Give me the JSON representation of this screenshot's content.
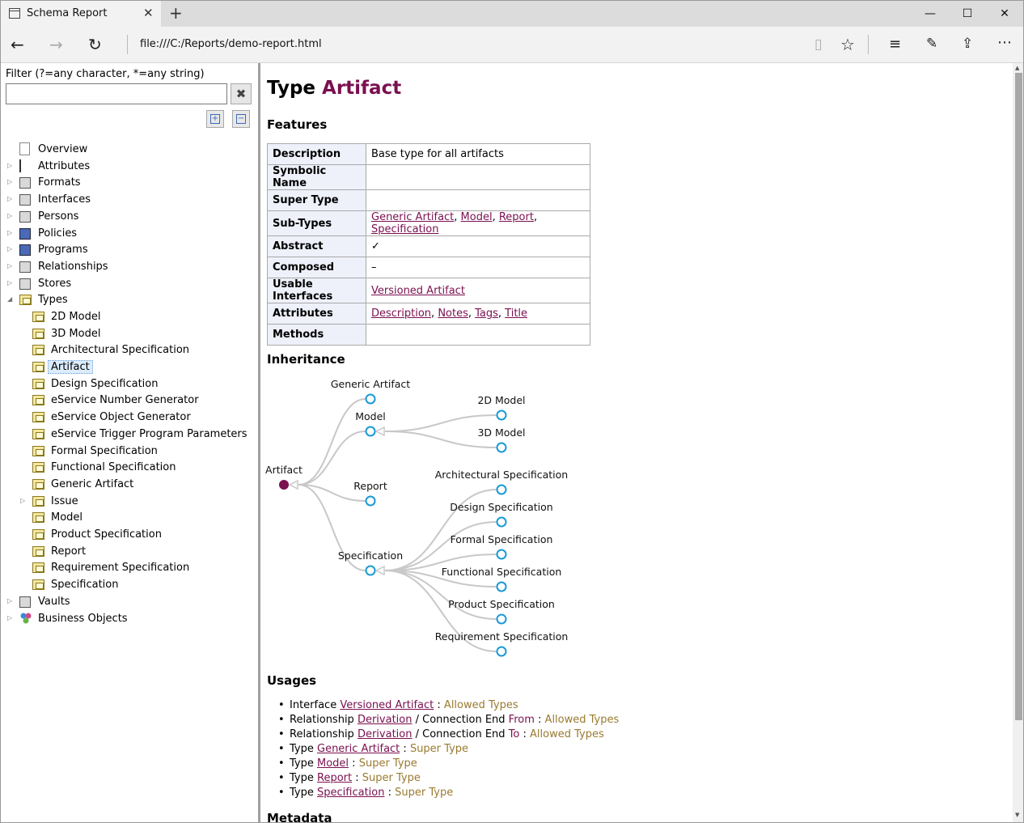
{
  "browser": {
    "tab_title": "Schema Report",
    "address": "file:///C:/Reports/demo-report.html"
  },
  "sidebar": {
    "filter_label": "Filter (?=any character, *=any string)",
    "filter_value": "",
    "items": [
      {
        "label": "Overview",
        "icon": "page-icon",
        "expandable": false
      },
      {
        "label": "Attributes",
        "icon": "attributes-icon",
        "expandable": true
      },
      {
        "label": "Formats",
        "icon": "formats-icon",
        "expandable": true
      },
      {
        "label": "Interfaces",
        "icon": "interfaces-icon",
        "expandable": true
      },
      {
        "label": "Persons",
        "icon": "persons-icon",
        "expandable": true
      },
      {
        "label": "Policies",
        "icon": "policies-icon",
        "expandable": true
      },
      {
        "label": "Programs",
        "icon": "programs-icon",
        "expandable": true
      },
      {
        "label": "Relationships",
        "icon": "relationships-icon",
        "expandable": true
      },
      {
        "label": "Stores",
        "icon": "stores-icon",
        "expandable": true
      },
      {
        "label": "Types",
        "icon": "types-icon",
        "expandable": true,
        "expanded": true
      }
    ],
    "types_children": [
      "2D Model",
      "3D Model",
      "Architectural Specification",
      "Artifact",
      "Design Specification",
      "eService Number Generator",
      "eService Object Generator",
      "eService Trigger Program Parameters",
      "Formal Specification",
      "Functional Specification",
      "Generic Artifact",
      "Issue",
      "Model",
      "Product Specification",
      "Report",
      "Requirement Specification",
      "Specification"
    ],
    "selected": "Artifact",
    "after_items": [
      {
        "label": "Vaults",
        "icon": "vaults-icon"
      },
      {
        "label": "Business Objects",
        "icon": "business-objects-icon"
      }
    ]
  },
  "main": {
    "title_prefix": "Type",
    "title_name": "Artifact",
    "features_heading": "Features",
    "features": {
      "description_key": "Description",
      "description_val": "Base type for all artifacts",
      "symbolic_key": "Symbolic Name",
      "super_key": "Super Type",
      "sub_key": "Sub-Types",
      "sub_links": [
        "Generic Artifact",
        "Model",
        "Report",
        "Specification"
      ],
      "abstract_key": "Abstract",
      "abstract_val": "✓",
      "composed_key": "Composed",
      "composed_val": "–",
      "usable_key": "Usable Interfaces",
      "usable_link": "Versioned Artifact",
      "attributes_key": "Attributes",
      "attr_links": [
        "Description",
        "Notes",
        "Tags",
        "Title"
      ],
      "methods_key": "Methods"
    },
    "inheritance_heading": "Inheritance",
    "inheritance": {
      "root": "Artifact",
      "level1": [
        "Generic Artifact",
        "Model",
        "Report",
        "Specification"
      ],
      "model_children": [
        "2D Model",
        "3D Model"
      ],
      "spec_children": [
        "Architectural Specification",
        "Design Specification",
        "Formal Specification",
        "Functional Specification",
        "Product Specification",
        "Requirement Specification"
      ]
    },
    "usages_heading": "Usages",
    "usages": {
      "u1": {
        "kind": "Interface",
        "link": "Versioned Artifact",
        "role": "Allowed Types"
      },
      "u2": {
        "kind": "Relationship",
        "link": "Derivation",
        "mid": "/ Connection End",
        "end": "From",
        "role": "Allowed Types"
      },
      "u3": {
        "kind": "Relationship",
        "link": "Derivation",
        "mid": "/ Connection End",
        "end": "To",
        "role": "Allowed Types"
      },
      "u4": {
        "kind": "Type",
        "link": "Generic Artifact",
        "role": "Super Type"
      },
      "u5": {
        "kind": "Type",
        "link": "Model",
        "role": "Super Type"
      },
      "u6": {
        "kind": "Type",
        "link": "Report",
        "role": "Super Type"
      },
      "u7": {
        "kind": "Type",
        "link": "Specification",
        "role": "Super Type"
      }
    },
    "metadata_heading": "Metadata"
  },
  "colors": {
    "accent": "#7a1050",
    "link": "#7a1050",
    "role": "#9a7a30",
    "node": "#1a9ad6"
  }
}
